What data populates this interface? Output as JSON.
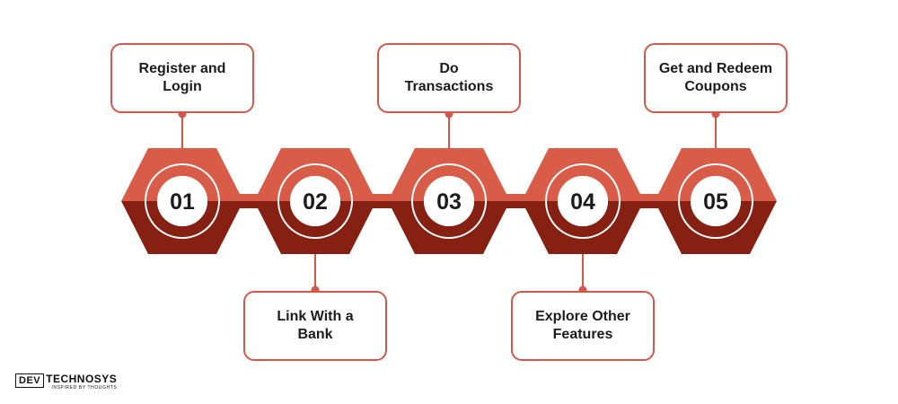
{
  "colors": {
    "hex_top": "#d95c48",
    "hex_bottom": "#862013",
    "ring_top": "#d95c48",
    "ring_bottom": "#862013",
    "connector": "#d4574a",
    "number_text": "#1c1c1c"
  },
  "steps": [
    {
      "number": "01",
      "label_lines": [
        "Register and",
        "Login"
      ],
      "label_position": "above"
    },
    {
      "number": "02",
      "label_lines": [
        "Link With a",
        "Bank"
      ],
      "label_position": "below"
    },
    {
      "number": "03",
      "label_lines": [
        "Do",
        "Transactions"
      ],
      "label_position": "above"
    },
    {
      "number": "04",
      "label_lines": [
        "Explore Other",
        "Features"
      ],
      "label_position": "below"
    },
    {
      "number": "05",
      "label_lines": [
        "Get and Redeem",
        "Coupons"
      ],
      "label_position": "above"
    }
  ],
  "logo": {
    "box_text": "DEV",
    "word_text": "TECHNOSYS",
    "tagline": "INSPIRED BY THOUGHTS"
  }
}
